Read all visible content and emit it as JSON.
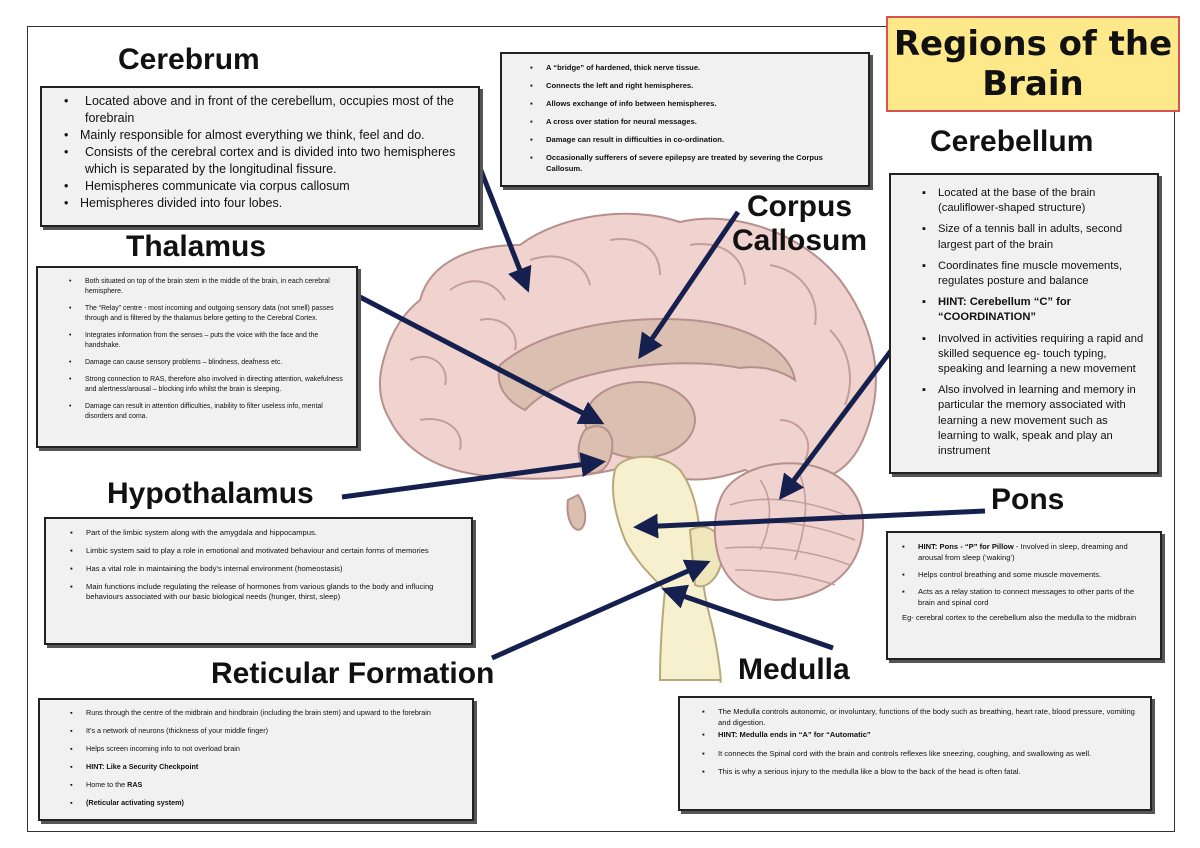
{
  "title": "Regions of the Brain",
  "headings": {
    "cerebrum": "Cerebrum",
    "thalamus": "Thalamus",
    "hypothalamus": "Hypothalamus",
    "reticular": "Reticular Formation",
    "corpus_line1": "Corpus",
    "corpus_line2": "Callosum",
    "cerebellum": "Cerebellum",
    "pons": "Pons",
    "medulla": "Medulla"
  },
  "cerebrum": [
    "Located above and in front of the cerebellum, occupies most of the forebrain",
    "Mainly responsible for almost everything we think, feel and do.",
    "Consists of the cerebral cortex and is divided into two hemispheres which is separated by the longitudinal fissure.",
    "Hemispheres communicate via corpus callosum",
    "Hemispheres divided into four lobes."
  ],
  "corpus": [
    "A “bridge” of hardened, thick nerve tissue.",
    "Connects the left and right hemispheres.",
    "Allows exchange of info between hemispheres.",
    "A cross over station for neural messages.",
    "Damage can result in difficulties in co-ordination.",
    "Occasionally sufferers of severe epilepsy are treated by severing the Corpus Callosum."
  ],
  "thalamus": [
    "Both situated on top of the brain stem in the middle of the brain, in each cerebral hemisphere.",
    "The “Relay” centre - most incoming and outgoing sensory data (not smell) passes through and is filtered by the thalamus  before getting to the Cerebral Cortex.",
    "Integrates information from the senses – puts the voice with the face and the handshake.",
    "Damage can cause sensory problems – blindness, deafness etc.",
    "Strong connection to RAS, therefore also involved in directing attention, wakefulness and alertness/arousal – blocking info whilst the brain is sleeping.",
    "Damage can result in attention difficulties, inability to filter useless info, mental disorders and coma."
  ],
  "cerebellum": [
    "Located at the base of the brain (cauliflower-shaped structure)",
    "Size of a tennis ball in adults, second largest part of the brain",
    "Coordinates fine muscle movements, regulates posture and balance",
    "HINT: Cerebellum “C” for “COORDINATION”",
    "Involved in activities requiring a rapid and skilled sequence eg- touch typing, speaking and learning a new movement",
    "Also involved in learning and memory in particular the memory associated with learning a new movement such as learning to walk, speak and play an instrument"
  ],
  "hypothalamus": [
    "Part of the limbic system along with the amygdala and hippocampus.",
    "Limbic system said to play a role in emotional and motivated behaviour and certain forms of memories",
    "Has a vital role in maintaining the body’s internal environment (homeostasis)",
    "Main functions include regulating the release of hormones from various glands to the body and influcing behaviours associated with our basic biological needs (hunger, thirst, sleep)"
  ],
  "pons": {
    "hint": "HINT: Pons - “P” for Pillow",
    "hint_rest": " - Involved in sleep, dreaming and arousal from sleep (‘waking’)",
    "items": [
      "Helps control breathing and some muscle movements.",
      "Acts as a relay station to connect messages to other parts of the brain and spinal cord"
    ],
    "example": "Eg-  cerebral cortex to the cerebellum also the medulla to the midbrain"
  },
  "reticular": [
    "Runs through the centre of the midbrain and hindbrain (including the brain stem) and upward to the forebrain",
    "It’s a network of neurons (thickness of your middle finger)",
    "Helps screen incoming info to not overload brain",
    "HINT: Like a Security Checkpoint",
    "Home to the",
    "(Reticular activating system)"
  ],
  "reticular_ras": "RAS",
  "medulla": [
    "The Medulla controls autonomic, or involuntary, functions of the body such as breathing, heart rate, blood pressure, vomiting and digestion.",
    "HINT: Medulla ends in “A” for “Automatic”",
    "It connects the Spinal cord with the brain and controls reflexes like sneezing, coughing, and swallowing as well.",
    "This is why a serious injury to the medulla like a blow to the back of the head is often fatal."
  ],
  "colors": {
    "cortex": "#f0d2cf",
    "cortex_stroke": "#b7908d",
    "inner": "#dbbfb0",
    "stem": "#f6f0cf",
    "arrow": "#15204f",
    "title_bg": "#fde98a",
    "title_border": "#d9534f"
  }
}
